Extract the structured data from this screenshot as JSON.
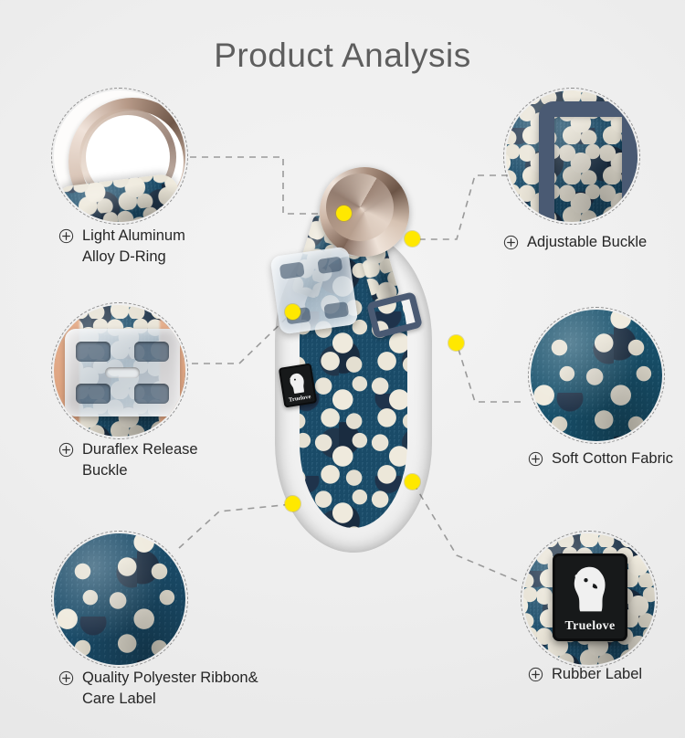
{
  "page": {
    "title": "Product Analysis",
    "background_color": "#ececec",
    "title_color": "#5e5e5e",
    "marker_color": "#ffe800",
    "connector_color": "#9a9a9a",
    "brand": "Truelove"
  },
  "features": [
    {
      "id": "d-ring",
      "label": "Light Aluminum\nAlloy D-Ring",
      "icon": "plus-circle-icon",
      "side": "left",
      "photo": "aluminum-alloy-d-ring-closeup"
    },
    {
      "id": "duraflex-buckle",
      "label": "Duraflex Release\nBuckle",
      "icon": "plus-circle-icon",
      "side": "left",
      "photo": "duraflex-release-buckle-closeup"
    },
    {
      "id": "polyester-ribbon",
      "label": "Quality Polyester Ribbon&\nCare Label",
      "icon": "plus-circle-icon",
      "side": "left",
      "photo": "polyester-ribbon-care-label-closeup"
    },
    {
      "id": "adjustable-buckle",
      "label": "Adjustable Buckle",
      "icon": "plus-circle-icon",
      "side": "right",
      "photo": "adjustable-buckle-closeup"
    },
    {
      "id": "cotton-fabric",
      "label": "Soft Cotton Fabric",
      "icon": "plus-circle-icon",
      "side": "right",
      "photo": "soft-cotton-fabric-closeup"
    },
    {
      "id": "rubber-label",
      "label": "Rubber Label",
      "icon": "plus-circle-icon",
      "side": "right",
      "photo": "rubber-label-closeup"
    }
  ],
  "product": {
    "name": "floral-dog-collar",
    "fabric_color": "#1d4f6b",
    "flower_color": "#ece7da",
    "flower_center_color": "#d13b2a",
    "hardware_color": "#c9b2a2",
    "buckle_color": "#4a5a73",
    "label_text": "Truelove"
  }
}
